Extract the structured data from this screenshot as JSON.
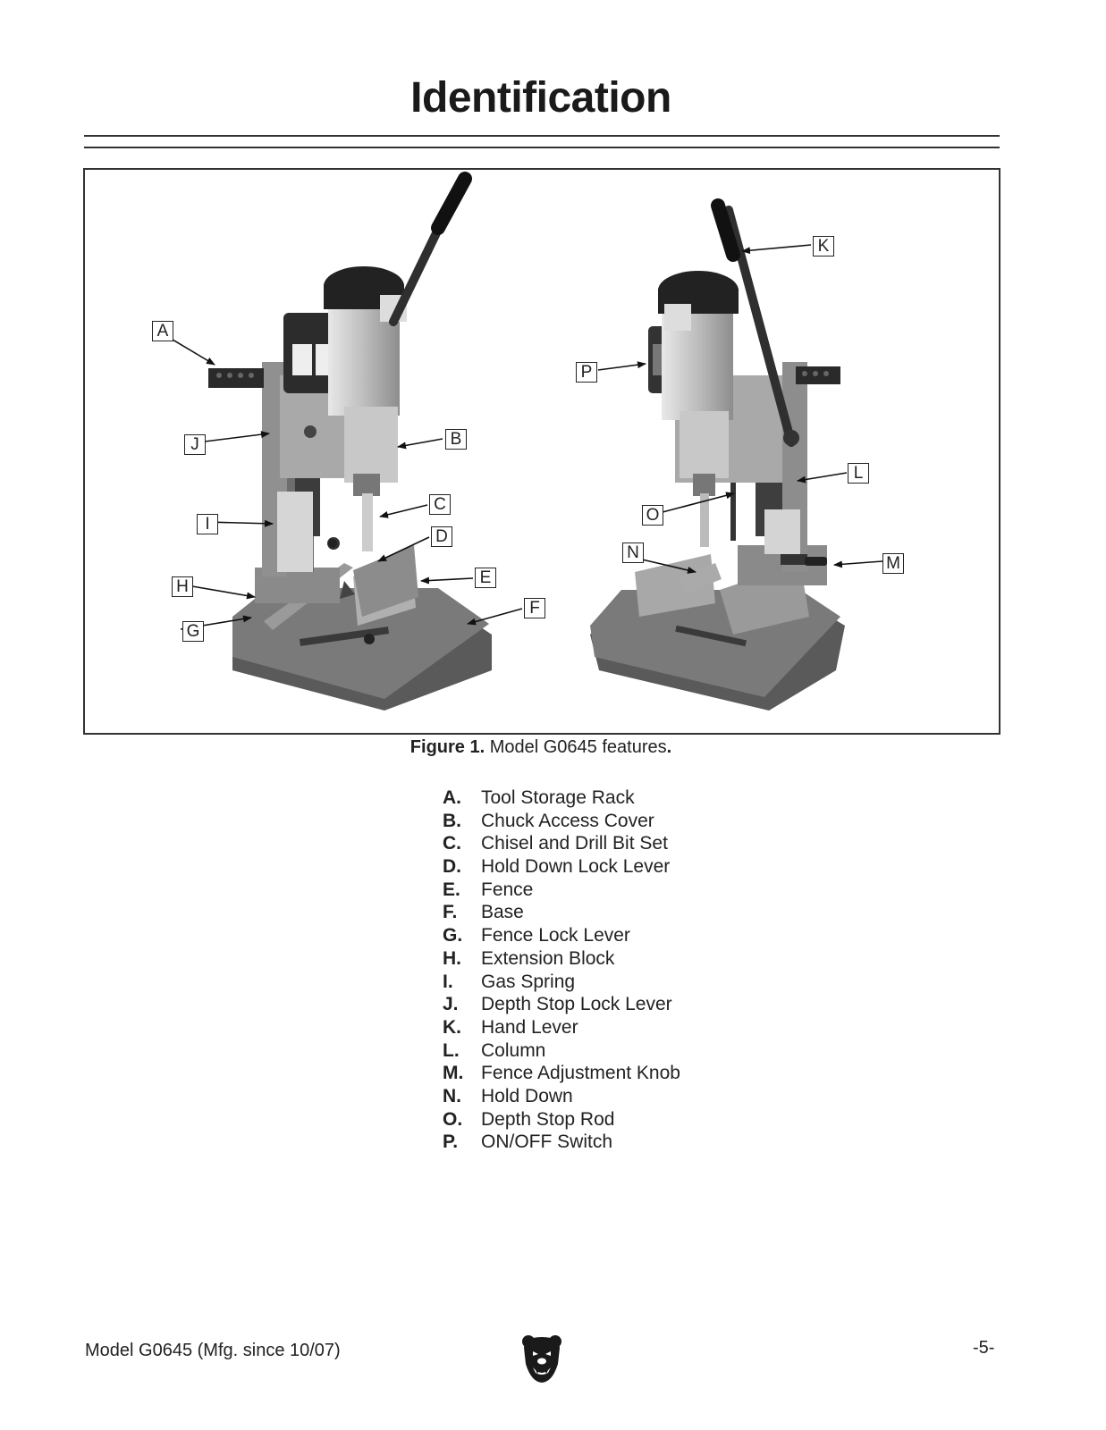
{
  "page": {
    "title": "Identification",
    "figure_caption_label": "Figure 1.",
    "figure_caption_text": "Model G0645 features",
    "figure_caption_end": ".",
    "callouts": [
      "A",
      "B",
      "C",
      "D",
      "E",
      "F",
      "G",
      "H",
      "I",
      "J",
      "K",
      "L",
      "M",
      "N",
      "O",
      "P"
    ],
    "features": [
      {
        "letter": "A.",
        "name": "Tool Storage Rack"
      },
      {
        "letter": "B.",
        "name": "Chuck Access Cover"
      },
      {
        "letter": "C.",
        "name": "Chisel and Drill Bit Set"
      },
      {
        "letter": "D.",
        "name": "Hold Down Lock Lever"
      },
      {
        "letter": "E.",
        "name": "Fence"
      },
      {
        "letter": "F.",
        "name": "Base"
      },
      {
        "letter": "G.",
        "name": "Fence Lock Lever"
      },
      {
        "letter": "H.",
        "name": "Extension Block"
      },
      {
        "letter": "I.",
        "name": "Gas Spring"
      },
      {
        "letter": "J.",
        "name": "Depth Stop Lock Lever"
      },
      {
        "letter": "K.",
        "name": "Hand Lever"
      },
      {
        "letter": "L.",
        "name": "Column"
      },
      {
        "letter": "M.",
        "name": "Fence Adjustment Knob"
      },
      {
        "letter": "N.",
        "name": "Hold Down"
      },
      {
        "letter": "O.",
        "name": "Depth Stop Rod"
      },
      {
        "letter": "P.",
        "name": "ON/OFF Switch"
      }
    ],
    "footer_model": "Model G0645 (Mfg. since 10/07)",
    "page_number": "-5-"
  }
}
